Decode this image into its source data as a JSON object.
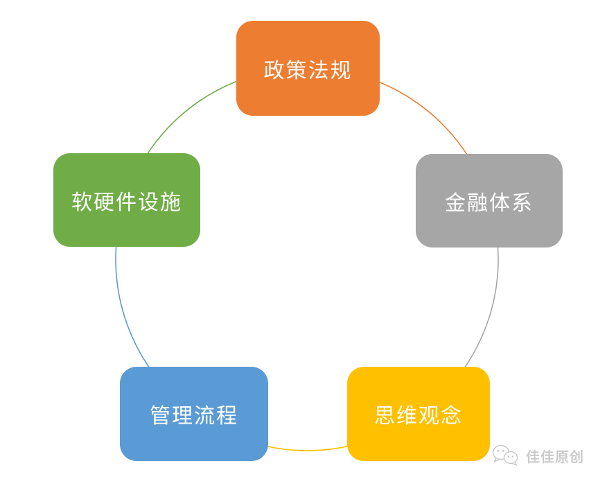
{
  "diagram": {
    "type": "cycle",
    "background": "#ffffff",
    "nodes": [
      {
        "id": "policy",
        "label": "政策法规",
        "color": "#ED7D31",
        "position": "top"
      },
      {
        "id": "finance",
        "label": "金融体系",
        "color": "#A6A6A6",
        "position": "right"
      },
      {
        "id": "thinking",
        "label": "思维观念",
        "color": "#FFC000",
        "position": "bottom-right"
      },
      {
        "id": "management",
        "label": "管理流程",
        "color": "#5B9BD5",
        "position": "bottom-left"
      },
      {
        "id": "facilities",
        "label": "软硬件设施",
        "color": "#70AD47",
        "position": "left"
      }
    ],
    "text_color": "#ffffff"
  },
  "watermark": {
    "icon": "wechat-icon",
    "label": "佳佳原创",
    "color": "#cbcbcb"
  }
}
